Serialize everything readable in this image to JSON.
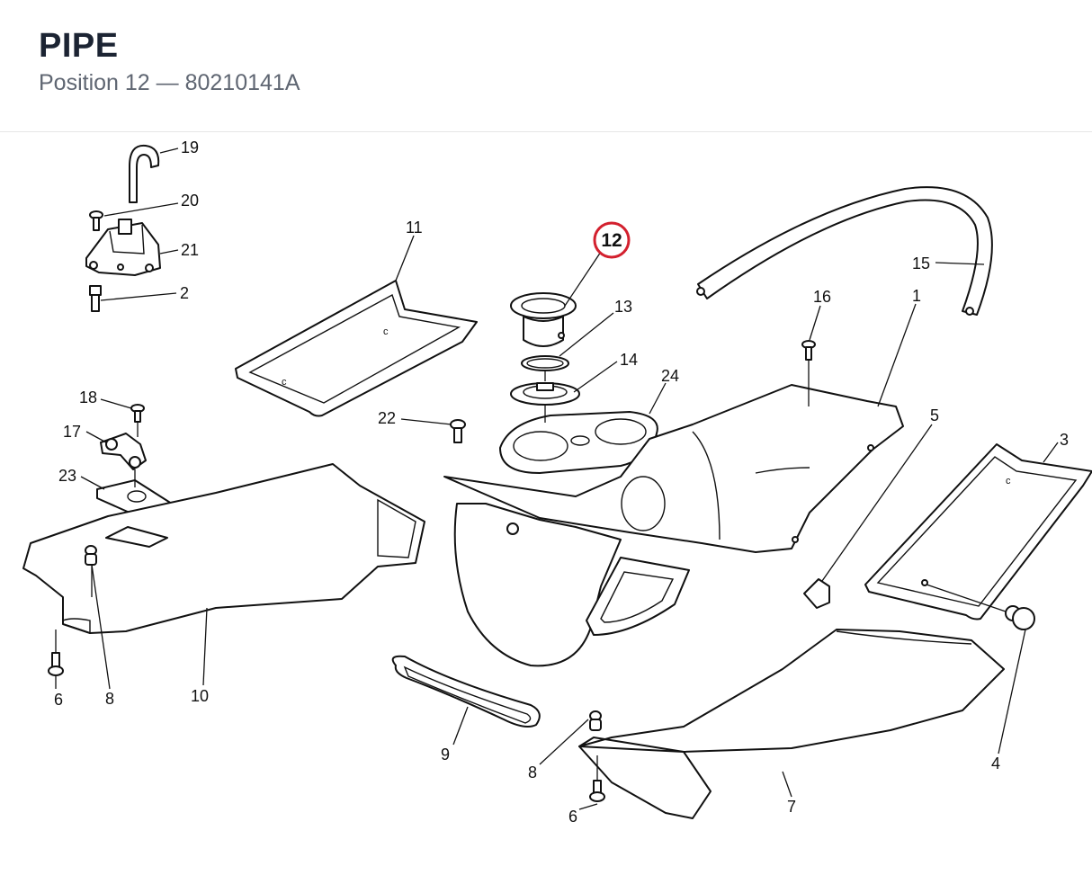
{
  "header": {
    "title": "PIPE",
    "subtitle": "Position 12 — 80210141A"
  },
  "diagram": {
    "highlight_color": "#d3202e",
    "callouts": {
      "c1": "1",
      "c2": "2",
      "c3": "3",
      "c4": "4",
      "c5": "5",
      "c6a": "6",
      "c6b": "6",
      "c7": "7",
      "c8a": "8",
      "c8b": "8",
      "c9": "9",
      "c10": "10",
      "c11": "11",
      "c12": "12",
      "c13": "13",
      "c14": "14",
      "c15": "15",
      "c16": "16",
      "c17": "17",
      "c18": "18",
      "c19": "19",
      "c20": "20",
      "c21": "21",
      "c22": "22",
      "c23": "23",
      "c24": "24"
    }
  }
}
